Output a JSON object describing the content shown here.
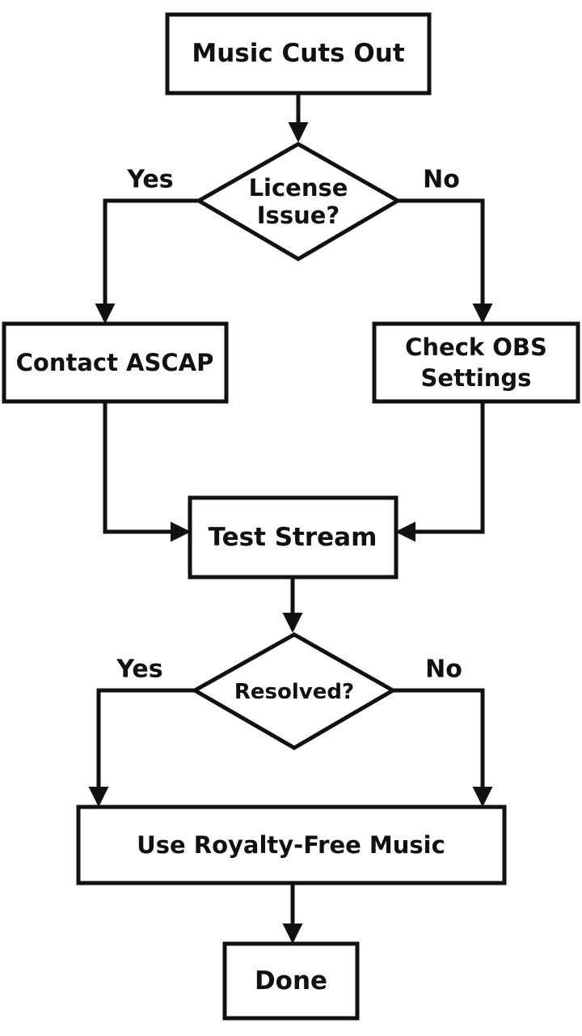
{
  "nodes": {
    "start": {
      "label": "Music Cuts Out"
    },
    "license_issue": {
      "label_line1": "License",
      "label_line2": "Issue?"
    },
    "contact_ascap": {
      "label": "Contact ASCAP"
    },
    "check_obs": {
      "label_line1": "Check OBS",
      "label_line2": "Settings"
    },
    "test_stream": {
      "label": "Test Stream"
    },
    "resolved": {
      "label": "Resolved?"
    },
    "royalty_free": {
      "label": "Use Royalty-Free Music"
    },
    "done": {
      "label": "Done"
    }
  },
  "edges": {
    "license_yes": "Yes",
    "license_no": "No",
    "resolved_yes": "Yes",
    "resolved_no": "No"
  },
  "colors": {
    "stroke": "#111111",
    "background": "#ffffff"
  }
}
